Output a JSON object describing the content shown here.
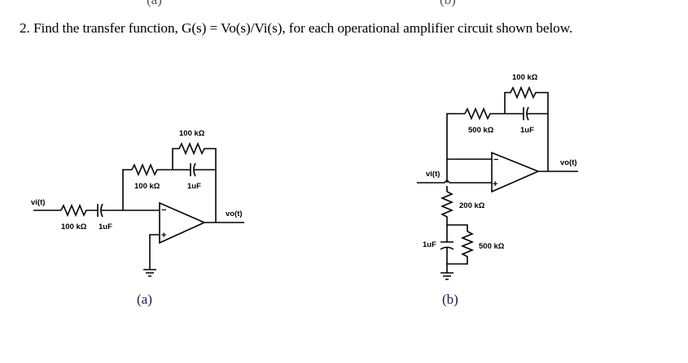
{
  "question": {
    "text": "2. Find the transfer function, G(s) = Vo(s)/Vi(s), for each operational amplifier circuit shown below."
  },
  "cutoff_top": {
    "left": "(a)",
    "right": "(b)"
  },
  "circuit_a": {
    "caption": "(a)",
    "input_label": "vi(t)",
    "output_label": "vo(t)",
    "input_resistor": "100 kΩ",
    "input_capacitor": "1uF",
    "feedback_series_resistor": "100 kΩ",
    "feedback_parallel_resistor": "100 kΩ",
    "feedback_parallel_capacitor": "1uF",
    "opamp_minus": "−",
    "opamp_plus": "+"
  },
  "circuit_b": {
    "caption": "(b)",
    "input_label": "vi(t)",
    "output_label": "vo(t)",
    "feedback_series_resistor": "500 kΩ",
    "feedback_parallel_resistor": "100 kΩ",
    "feedback_parallel_capacitor": "1uF",
    "ground_series_resistor": "200 kΩ",
    "ground_parallel_resistor": "500 kΩ",
    "ground_parallel_capacitor": "1uF",
    "opamp_minus": "−",
    "opamp_plus": "+"
  }
}
